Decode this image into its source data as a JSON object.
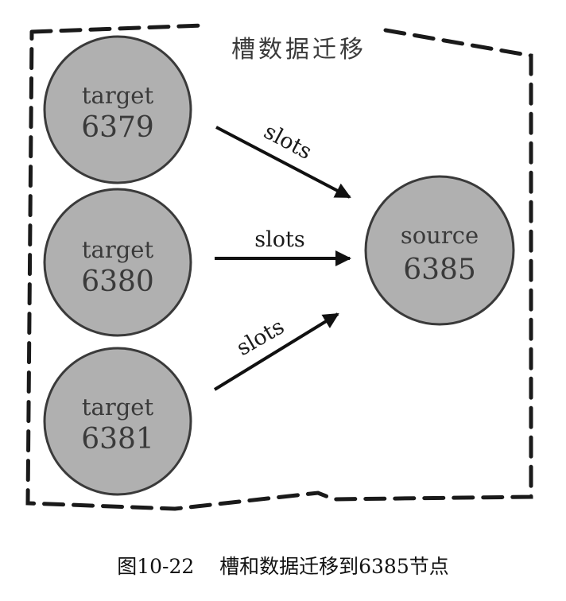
{
  "colors": {
    "node_fill": "#b0b0b0",
    "node_stroke": "#3a3a3a",
    "arrow": "#111111",
    "border": "#1a1a1a"
  },
  "box": {
    "title": "槽数据迁移"
  },
  "nodes": [
    {
      "id": "target-6379",
      "role": "target",
      "port": "6379"
    },
    {
      "id": "target-6380",
      "role": "target",
      "port": "6380"
    },
    {
      "id": "target-6381",
      "role": "target",
      "port": "6381"
    },
    {
      "id": "source-6385",
      "role": "source",
      "port": "6385"
    }
  ],
  "edges": [
    {
      "from": "target-6379",
      "to": "source-6385",
      "label": "slots"
    },
    {
      "from": "target-6380",
      "to": "source-6385",
      "label": "slots"
    },
    {
      "from": "target-6381",
      "to": "source-6385",
      "label": "slots"
    }
  ],
  "caption": {
    "figure": "图10-22",
    "text": "槽和数据迁移到6385节点"
  }
}
